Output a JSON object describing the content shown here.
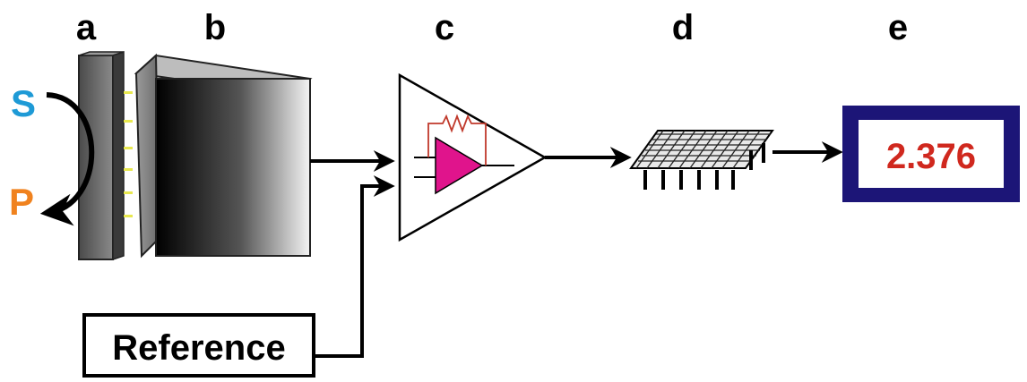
{
  "labels": {
    "a": "a",
    "b": "b",
    "c": "c",
    "d": "d",
    "e": "e"
  },
  "polarization": {
    "s": "S",
    "p": "P"
  },
  "readout": {
    "value": "2.376"
  },
  "reference": {
    "label": "Reference"
  },
  "colors": {
    "s_label": "#1e9ad6",
    "p_label": "#f0821e",
    "amplifier_fill": "#e0148c",
    "resistor": "#c0392b",
    "readout_border": "#1c1577",
    "readout_text": "#d0281e",
    "sensor_contacts": "#e8e850",
    "arrows": "#000000"
  },
  "icons": {
    "stage_a": "sensor-plate-icon",
    "stage_b": "detector-block-icon",
    "stage_c": "amplifier-icon",
    "stage_d": "chip-icon",
    "stage_e": "digital-display-icon"
  }
}
